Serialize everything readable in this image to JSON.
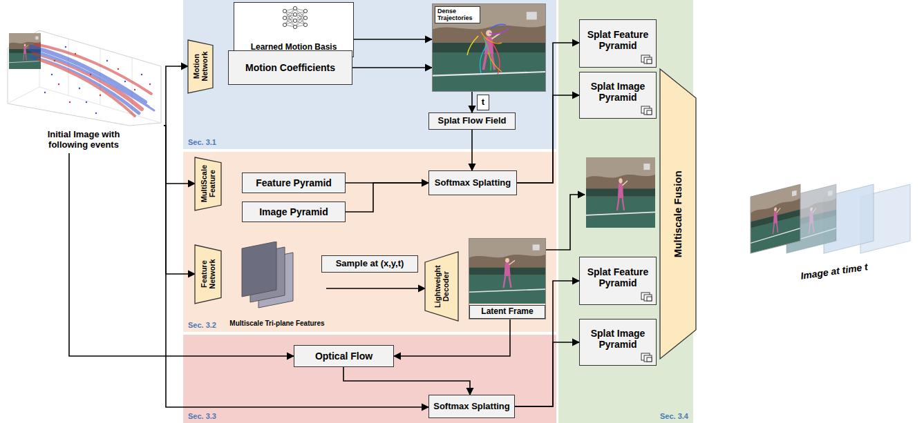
{
  "diagram": {
    "nodes": [
      {
        "text": [
          "Initial Image with following events"
        ]
      },
      {
        "text": [
          "Sec. 3.1"
        ]
      },
      {
        "text": [
          "Learned Motion Basis"
        ],
        "in": 1
      },
      {
        "text": [
          "Motion Network"
        ],
        "in": 1
      },
      {
        "text": [
          "Motion Coefficients"
        ],
        "in": 1
      },
      {
        "text": [
          "Dense Trajectories"
        ],
        "in": 1
      },
      {
        "text": [
          "t"
        ],
        "in": 1
      },
      {
        "text": [
          "Splat Flow Field"
        ],
        "in": 1
      },
      {
        "text": [
          "Sec. 3.2"
        ]
      },
      {
        "text": [
          "MultiScale Feature"
        ],
        "in": 8
      },
      {
        "text": [
          "Feature Pyramid"
        ],
        "in": 8
      },
      {
        "text": [
          "Image Pyramid"
        ],
        "in": 8
      },
      {
        "text": [
          "Softmax Splatting"
        ],
        "in": 8
      },
      {
        "text": [
          "Feature Network"
        ],
        "in": 8
      },
      {
        "text": [
          "Multiscale Tri-plane Features"
        ],
        "in": 8
      },
      {
        "text": [
          "Sample at (x,y,t)"
        ],
        "in": 8
      },
      {
        "text": [
          "Lightweight Decoder"
        ],
        "in": 8
      },
      {
        "text": [
          "Latent Frame"
        ],
        "in": 8
      },
      {
        "text": [
          "Sec. 3.3"
        ]
      },
      {
        "text": [
          "Optical Flow"
        ],
        "in": 18
      },
      {
        "text": [
          "Softmax Splatting"
        ],
        "in": 18
      },
      {
        "text": [
          "Sec. 3.4"
        ]
      },
      {
        "text": [
          "Splat Feature Pyramid"
        ],
        "in": 21
      },
      {
        "text": [
          "Splat Image Pyramid"
        ],
        "in": 21
      },
      {
        "text": [
          "Multiscale Fusion"
        ],
        "in": 21
      },
      {
        "text": [
          "Splat Feature Pyramid"
        ],
        "in": 21
      },
      {
        "text": [
          "Splat Image Pyramid"
        ],
        "in": 21
      },
      {
        "text": [
          "Image at time t"
        ]
      }
    ],
    "edges": [
      {
        "from": 0,
        "to": 3,
        "arrow": "to"
      },
      {
        "from": 0,
        "to": 9,
        "arrow": "to"
      },
      {
        "from": 0,
        "to": 13,
        "arrow": "to"
      },
      {
        "from": 0,
        "to": 20,
        "arrow": "to"
      },
      {
        "from": 0,
        "to": 19,
        "arrow": "to"
      },
      {
        "from": 2,
        "to": 5,
        "arrow": "to"
      },
      {
        "from": 4,
        "to": 5,
        "arrow": "to"
      },
      {
        "from": 5,
        "to": 7,
        "arrow": "to"
      },
      {
        "from": 7,
        "to": 12,
        "arrow": "to"
      },
      {
        "from": 10,
        "to": 12,
        "arrow": "to"
      },
      {
        "from": 11,
        "to": 12,
        "arrow": "to"
      },
      {
        "from": 12,
        "to": 22,
        "arrow": "to"
      },
      {
        "from": 12,
        "to": 23,
        "arrow": "to"
      },
      {
        "from": 14,
        "to": 16,
        "arrow": "to"
      },
      {
        "from": 17,
        "to": 19,
        "arrow": "to"
      },
      {
        "from": 19,
        "to": 20,
        "arrow": "to"
      },
      {
        "from": 20,
        "to": 25,
        "arrow": "to"
      },
      {
        "from": 20,
        "to": 26,
        "arrow": "to"
      }
    ]
  }
}
